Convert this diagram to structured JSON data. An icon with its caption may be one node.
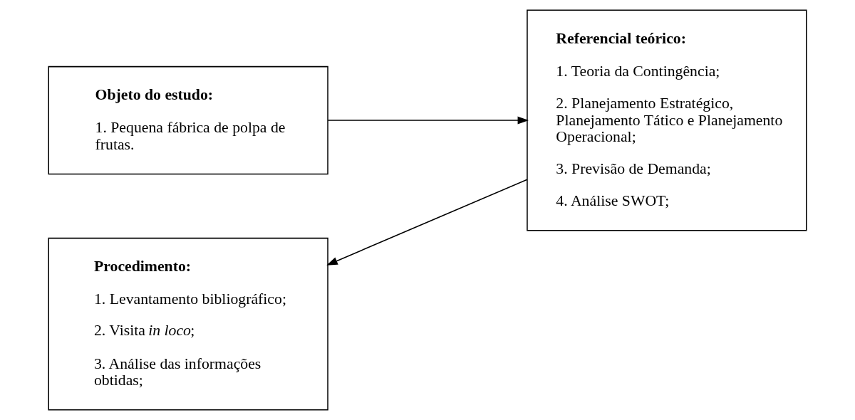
{
  "diagram": {
    "nodes": [
      {
        "text": [
          "Objeto do estudo:",
          "1. Pequena fábrica de polpa de frutas."
        ]
      },
      {
        "text": [
          "Referencial teórico:",
          "1. Teoria da Contingência;",
          "2. Planejamento Estratégico, Planejamento Tático e Planejamento Operacional;",
          "3. Previsão de Demanda;",
          "4. Análise SWOT;"
        ]
      },
      {
        "text": [
          "Procedimento:",
          "1. Levantamento bibliográfico;",
          "2. Visita *in loco*;",
          "3. Análise das informações obtidas;"
        ]
      }
    ],
    "edges": [
      {
        "from": 0,
        "to": 1,
        "arrow": "to"
      },
      {
        "from": 1,
        "to": 2,
        "arrow": "to"
      }
    ]
  }
}
